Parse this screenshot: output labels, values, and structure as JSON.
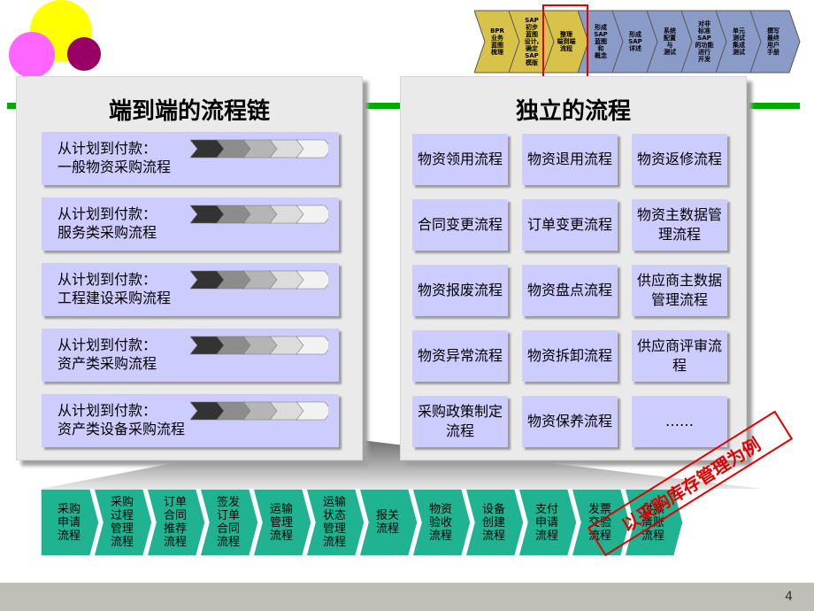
{
  "phase_steps": [
    {
      "label": "BPR\n业务\n蓝图\n梳理",
      "color": "#d9c24a"
    },
    {
      "label": "SAP\n初步\n蓝图\n设计,\n确定\nSAP\n模版",
      "color": "#d9c24a"
    },
    {
      "label": "整理\n端到端\n流程",
      "color": "#d9c24a"
    },
    {
      "label": "形成\nSAP\n蓝图\n和\n概念",
      "color": "#8a9bc8"
    },
    {
      "label": "形成\nSAP\n详述",
      "color": "#8a9bc8"
    },
    {
      "label": "系统\n配置\n与\n测试",
      "color": "#8a9bc8"
    },
    {
      "label": "对非\n标准\nSAP\n的功能\n进行\n开发",
      "color": "#8a9bc8"
    },
    {
      "label": "单元\n测试\n集成\n测试",
      "color": "#8a9bc8"
    },
    {
      "label": "撰写\n最终\n用户\n手册",
      "color": "#8a9bc8"
    }
  ],
  "left_panel": {
    "title": "端到端的流程链",
    "chains": [
      {
        "line1": "从计划到付款：",
        "line2": "一般物资采购流程"
      },
      {
        "line1": "从计划到付款：",
        "line2": "服务类采购流程"
      },
      {
        "line1": "从计划到付款：",
        "line2": "工程建设采购流程"
      },
      {
        "line1": "从计划到付款：",
        "line2": "资产类采购流程"
      },
      {
        "line1": "从计划到付款：",
        "line2": "资产类设备采购流程"
      }
    ]
  },
  "right_panel": {
    "title": "独立的流程",
    "processes": [
      "物资领用流程",
      "物资退用流程",
      "物资返修流程",
      "合同变更流程",
      "订单变更流程",
      "物资主数据管理流程",
      "物资报废流程",
      "物资盘点流程",
      "供应商主数据管理流程",
      "物资异常流程",
      "物资拆卸流程",
      "供应商评审流程",
      "采购政策制定流程",
      "物资保养流程",
      "……"
    ]
  },
  "flow_steps": [
    "采购\n申请\n流程",
    "采购\n过程\n管理\n流程",
    "订单\n合同\n推荐\n流程",
    "签发\n订单\n合同\n流程",
    "运输\n管理\n流程",
    "运输\n状态\n管理\n流程",
    "报关\n流程",
    "物资\n验收\n流程",
    "设备\n创建\n流程",
    "支付\n申请\n流程",
    "发票\n交验\n流程",
    "付款\n清账\n流程"
  ],
  "stamp_text": "以采购库存管理为例",
  "page_number": "4",
  "colors": {
    "panel_box": "#ccccff",
    "flow_green": "#1fb392",
    "stripe_green": "#00aa00",
    "highlight_red": "#e00000"
  }
}
